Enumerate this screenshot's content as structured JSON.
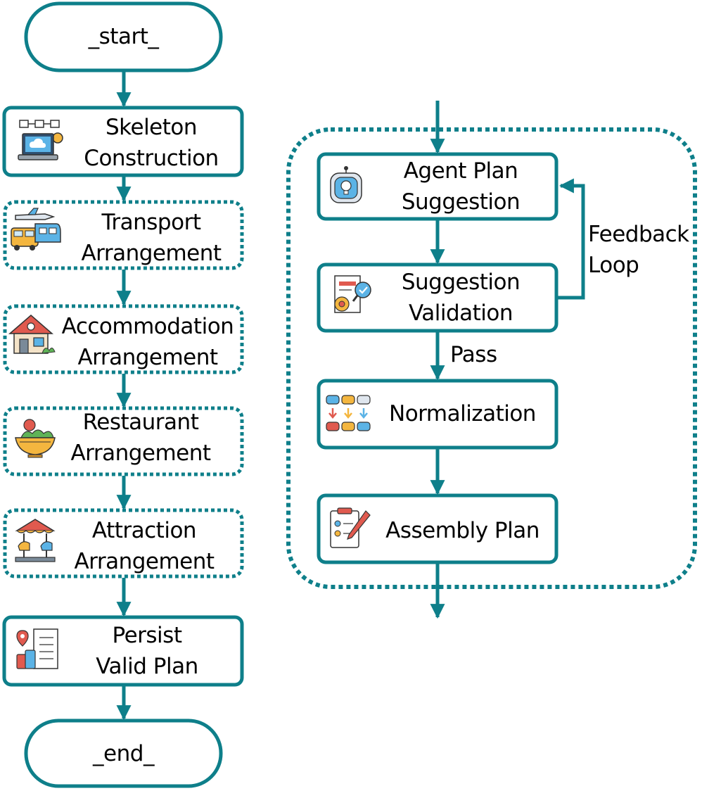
{
  "colors": {
    "accent": "#0e7f8a"
  },
  "left_flow": {
    "start": "_start_",
    "skeleton": [
      "Skeleton",
      "Construction"
    ],
    "transport": [
      "Transport",
      "Arrangement"
    ],
    "accommodation": [
      "Accommodation",
      "Arrangement"
    ],
    "restaurant": [
      "Restaurant",
      "Arrangement"
    ],
    "attraction": [
      "Attraction",
      "Arrangement"
    ],
    "persist": [
      "Persist",
      "Valid Plan"
    ],
    "end": "_end_"
  },
  "right_flow": {
    "agent": [
      "Agent Plan",
      "Suggestion"
    ],
    "validation": [
      "Suggestion",
      "Validation"
    ],
    "normalization": "Normalization",
    "assembly": "Assembly Plan",
    "feedback": [
      "Feedback",
      "Loop"
    ],
    "pass": "Pass"
  },
  "icons": {
    "skeleton": "laptop-network-icon",
    "transport": "transport-vehicles-icon",
    "accommodation": "house-icon",
    "restaurant": "food-bowl-icon",
    "attraction": "carousel-icon",
    "persist": "travel-checklist-icon",
    "agent": "robot-icon",
    "validation": "document-check-icon",
    "normalization": "database-sort-icon",
    "assembly": "clipboard-pen-icon"
  }
}
